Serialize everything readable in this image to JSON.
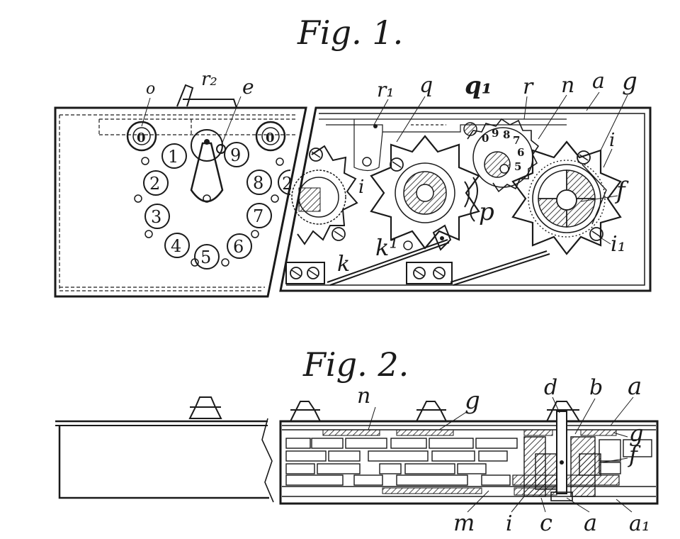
{
  "figures": {
    "fig1_title": "Fig. 1.",
    "fig2_title": "Fig. 2."
  },
  "fig1": {
    "dial_digits": [
      "1",
      "2",
      "3",
      "4",
      "5",
      "6",
      "7",
      "8",
      "9"
    ],
    "dial_zero_left": "0",
    "dial_zero_right": "0",
    "partial_two": "2",
    "wheel_digits": [
      "0",
      "9",
      "8",
      "7",
      "6",
      "5"
    ],
    "labels": {
      "o": "o",
      "r2": "r₂",
      "e": "e",
      "r1": "r₁",
      "q": "q",
      "q1": "q₁",
      "r": "r",
      "n": "n",
      "a": "a",
      "g": "g",
      "i_right": "i",
      "f": "f",
      "i1": "i₁",
      "i_left": "i",
      "p": "p",
      "k1": "k¹",
      "k": "k"
    }
  },
  "fig2": {
    "labels": {
      "n": "n",
      "g_top": "g",
      "d": "d",
      "b": "b",
      "a_top": "a",
      "g_right": "g",
      "f": "f",
      "m": "m",
      "i": "i",
      "c": "c",
      "a_bottom": "a",
      "a1": "a₁"
    }
  }
}
